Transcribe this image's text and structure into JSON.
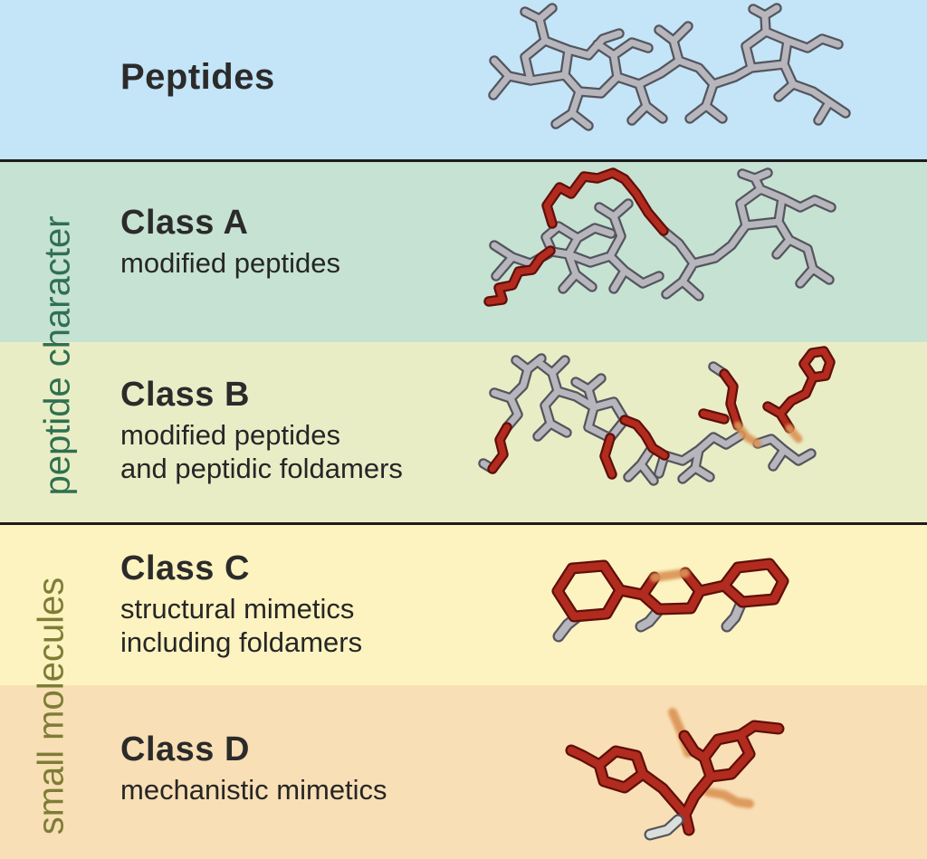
{
  "rows": [
    {
      "title": "Peptides",
      "subtitle_lines": [],
      "band_color": "#c4e4f7",
      "molecule_icon": "gray-peptide-stick-model"
    },
    {
      "title": "Class A",
      "subtitle_lines": [
        "modified peptides"
      ],
      "band_color": "#c6e2d2",
      "molecule_icon": "peptide-with-red-macrocycle-stick-model"
    },
    {
      "title": "Class B",
      "subtitle_lines": [
        "modified peptides",
        "and peptidic foldamers"
      ],
      "band_color": "#e9edc6",
      "molecule_icon": "gray-red-peptidic-foldamer-stick-model"
    },
    {
      "title": "Class C",
      "subtitle_lines": [
        "structural mimetics",
        "including foldamers"
      ],
      "band_color": "#fcf3c0",
      "molecule_icon": "red-three-ring-foldamer-stick-model"
    },
    {
      "title": "Class D",
      "subtitle_lines": [
        "mechanistic mimetics"
      ],
      "band_color": "#f9dfb5",
      "molecule_icon": "red-small-molecule-stick-model"
    }
  ],
  "group_labels": [
    {
      "text": "peptide character",
      "color": "#2f7050"
    },
    {
      "text": "small molecules",
      "color": "#7d7d35"
    }
  ],
  "theme": {
    "separator_color": "#1c1c1c",
    "title_color": "#2b2b2b",
    "stick_gray": "#b6b6bc",
    "stick_gray_dark": "#55555e",
    "stick_red": "#b22b1f",
    "stick_red_dark": "#5f0f0a",
    "stick_orange": "#db9355",
    "stick_white": "#dbdfdb"
  }
}
